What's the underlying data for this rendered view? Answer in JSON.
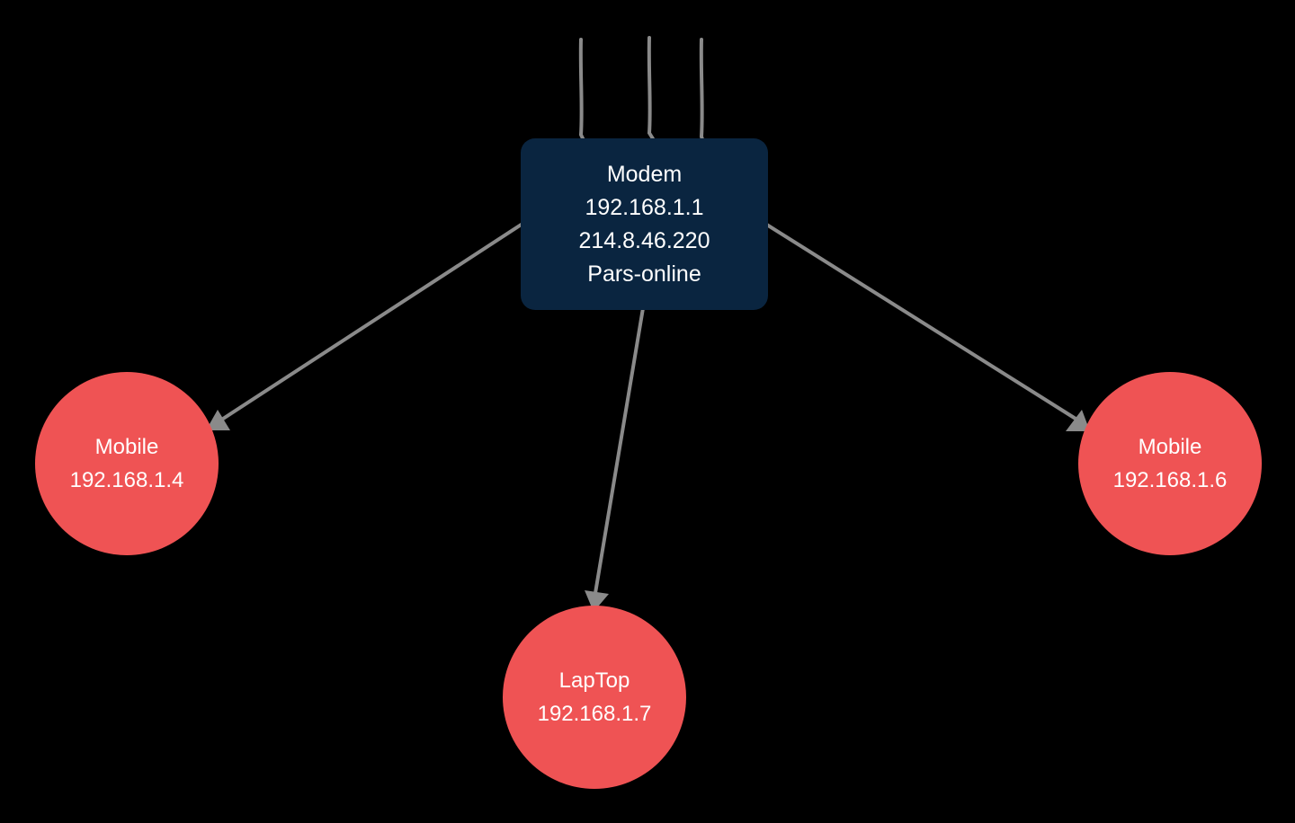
{
  "colors": {
    "background": "#000000",
    "modem_fill": "#0a2540",
    "device_fill": "#ef5354",
    "connector": "#8a8a8a",
    "text": "#ffffff"
  },
  "modem": {
    "name": "Modem",
    "local_ip": "192.168.1.1",
    "public_ip": "214.8.46.220",
    "provider": "Pars-online",
    "antenna_icon": "antenna-icon"
  },
  "devices": [
    {
      "name": "Mobile",
      "ip": "192.168.1.4"
    },
    {
      "name": "Mobile",
      "ip": "192.168.1.6"
    },
    {
      "name": "LapTop",
      "ip": "192.168.1.7"
    }
  ]
}
